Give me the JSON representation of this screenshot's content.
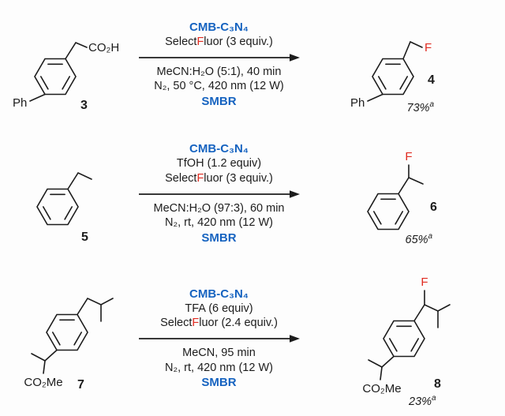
{
  "colors": {
    "blue": "#1663c0",
    "red": "#e02b20",
    "ink": "#1c1c1c",
    "background": "#fdfdfd"
  },
  "reactions": [
    {
      "substrate": {
        "number": "3",
        "ph_label": "Ph",
        "acid_label": "CO₂H"
      },
      "above": {
        "catalyst": "CMB-C₃N₄",
        "selectfluor_pre": "Select",
        "selectfluor_f": "F",
        "selectfluor_post": "luor (3 equiv.)"
      },
      "below": {
        "solvent": "MeCN:H₂O (5:1), 40 min",
        "atmosphere": "N₂, 50 °C, 420 nm (12 W)",
        "reactor": "SMBR"
      },
      "product": {
        "number": "4",
        "ph_label": "Ph",
        "f_label": "F",
        "yield": "73%",
        "yield_note": "a"
      }
    },
    {
      "substrate": {
        "number": "5"
      },
      "above": {
        "catalyst": "CMB-C₃N₄",
        "acid": "TfOH (1.2 equiv)",
        "selectfluor_pre": "Select",
        "selectfluor_f": "F",
        "selectfluor_post": "luor (3 equiv.)"
      },
      "below": {
        "solvent": "MeCN:H₂O (97:3), 60 min",
        "atmosphere": "N₂, rt, 420 nm (12 W)",
        "reactor": "SMBR"
      },
      "product": {
        "number": "6",
        "f_label": "F",
        "yield": "65%",
        "yield_note": "a"
      }
    },
    {
      "substrate": {
        "number": "7",
        "ester_label": "CO₂Me"
      },
      "above": {
        "catalyst": "CMB-C₃N₄",
        "acid": "TFA (6 equiv)",
        "selectfluor_pre": "Select",
        "selectfluor_f": "F",
        "selectfluor_post": "luor (2.4 equiv.)"
      },
      "below": {
        "solvent": "MeCN, 95 min",
        "atmosphere": "N₂, rt, 420 nm (12 W)",
        "reactor": "SMBR"
      },
      "product": {
        "number": "8",
        "f_label": "F",
        "ester_label": "CO₂Me",
        "yield": "23%",
        "yield_note": "a"
      }
    }
  ]
}
